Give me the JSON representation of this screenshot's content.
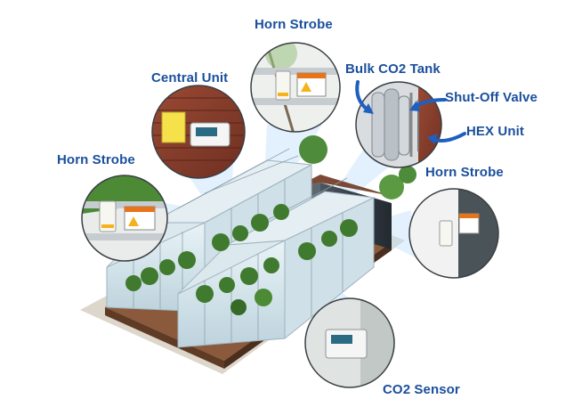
{
  "labels": {
    "horn_strobe_top": "Horn Strobe",
    "central_unit": "Central Unit",
    "bulk_co2_tank": "Bulk CO2 Tank",
    "shut_off_valve": "Shut-Off Valve",
    "hex_unit": "HEX Unit",
    "horn_strobe_right": "Horn Strobe",
    "horn_strobe_left": "Horn Strobe",
    "co2_sensor": "CO2 Sensor"
  },
  "colors": {
    "label_text": "#1a4f9c",
    "arrow": "#1f5fbf",
    "beam": "#bfe2fb",
    "glass": "#d7e6ee",
    "plants": "#3f7a2e",
    "warning": "#f6b21a"
  }
}
